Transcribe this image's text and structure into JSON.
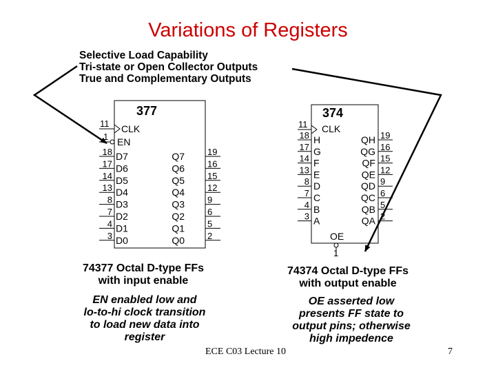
{
  "title": "Variations of Registers",
  "bullets": [
    "Selective Load Capability",
    "Tri-state or Open Collector Outputs",
    "True and Complementary Outputs"
  ],
  "chip377": {
    "name": "377",
    "clk_pin": "11",
    "clk_label": "CLK",
    "en_pin": "1",
    "en_label": "EN",
    "inputs": [
      {
        "pin": "18",
        "label": "D7"
      },
      {
        "pin": "17",
        "label": "D6"
      },
      {
        "pin": "14",
        "label": "D5"
      },
      {
        "pin": "13",
        "label": "D4"
      },
      {
        "pin": "8",
        "label": "D3"
      },
      {
        "pin": "7",
        "label": "D2"
      },
      {
        "pin": "4",
        "label": "D1"
      },
      {
        "pin": "3",
        "label": "D0"
      }
    ],
    "outputs": [
      {
        "pin": "19",
        "label": "Q7"
      },
      {
        "pin": "16",
        "label": "Q6"
      },
      {
        "pin": "15",
        "label": "Q5"
      },
      {
        "pin": "12",
        "label": "Q4"
      },
      {
        "pin": "9",
        "label": "Q3"
      },
      {
        "pin": "6",
        "label": "Q2"
      },
      {
        "pin": "5",
        "label": "Q1"
      },
      {
        "pin": "2",
        "label": "Q0"
      }
    ]
  },
  "chip374": {
    "name": "374",
    "clk_pin": "11",
    "clk_label": "CLK",
    "inputs": [
      {
        "pin": "18",
        "label": "H"
      },
      {
        "pin": "17",
        "label": "G"
      },
      {
        "pin": "14",
        "label": "F"
      },
      {
        "pin": "13",
        "label": "E"
      },
      {
        "pin": "8",
        "label": "D"
      },
      {
        "pin": "7",
        "label": "C"
      },
      {
        "pin": "4",
        "label": "B"
      },
      {
        "pin": "3",
        "label": "A"
      }
    ],
    "outputs": [
      {
        "pin": "19",
        "label": "QH"
      },
      {
        "pin": "16",
        "label": "QG"
      },
      {
        "pin": "15",
        "label": "QF"
      },
      {
        "pin": "12",
        "label": "QE"
      },
      {
        "pin": "9",
        "label": "QD"
      },
      {
        "pin": "6",
        "label": "QC"
      },
      {
        "pin": "5",
        "label": "QB"
      },
      {
        "pin": "2",
        "label": "QA"
      }
    ],
    "oe_label": "OE",
    "oe_pin": "1"
  },
  "captions": {
    "left_title": "74377 Octal D-type FFs",
    "left_sub": "with input enable",
    "right_title": "74374 Octal D-type FFs",
    "right_sub": "with output enable"
  },
  "notes": {
    "left": [
      "EN enabled low and",
      "lo-to-hi clock transition",
      "to load new data into",
      "register"
    ],
    "right": [
      "OE asserted low",
      "presents FF state to",
      "output pins; otherwise",
      "high impedence"
    ]
  },
  "footer": "ECE C03 Lecture 10",
  "page_number": "7"
}
